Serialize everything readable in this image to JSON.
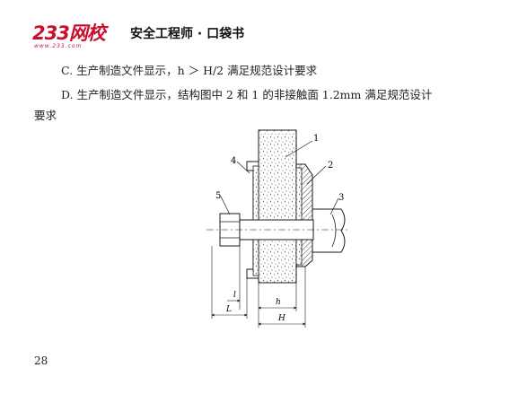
{
  "header": {
    "logo_text": "233网校",
    "logo_url": "www.233.com",
    "title": "安全工程师 · 口袋书"
  },
  "options": {
    "c": "C. 生产制造文件显示，h ＞ H/2 满足规范设计要求",
    "d_line1": "D. 生产制造文件显示，结构图中 2 和 1 的非接触面 1.2mm 满足规范设计",
    "d_line2": "要求"
  },
  "figure": {
    "callouts": [
      "1",
      "2",
      "3",
      "4",
      "5"
    ],
    "dims": {
      "l": "l",
      "L": "L",
      "h": "h",
      "H": "H"
    },
    "colors": {
      "line": "#1a1a1a",
      "speckle": "#6a6a6a",
      "fill": "#ffffff"
    }
  },
  "page_number": "28"
}
